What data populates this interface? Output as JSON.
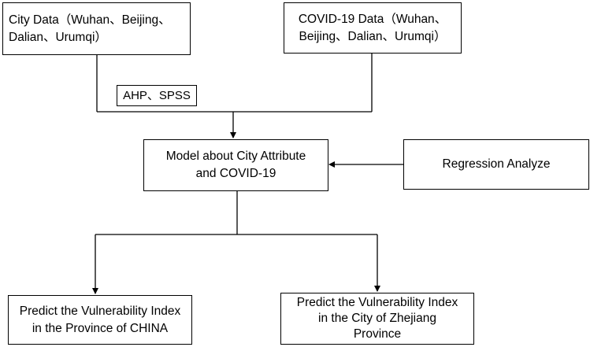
{
  "boxes": {
    "city_data": "City Data（Wuhan、Beijing、\nDalian、Urumqi）",
    "covid_data": "COVID-19 Data（Wuhan、\nBeijing、Dalian、Urumqi）",
    "method_tag": "AHP、SPSS",
    "model": "Model about City Attribute\nand COVID-19",
    "regression": "Regression Analyze",
    "predict_china": "Predict the Vulnerability Index\nin the Province of CHINA",
    "predict_zhejiang": "Predict the Vulnerability Index\nin the City of Zhejiang\nProvince"
  }
}
